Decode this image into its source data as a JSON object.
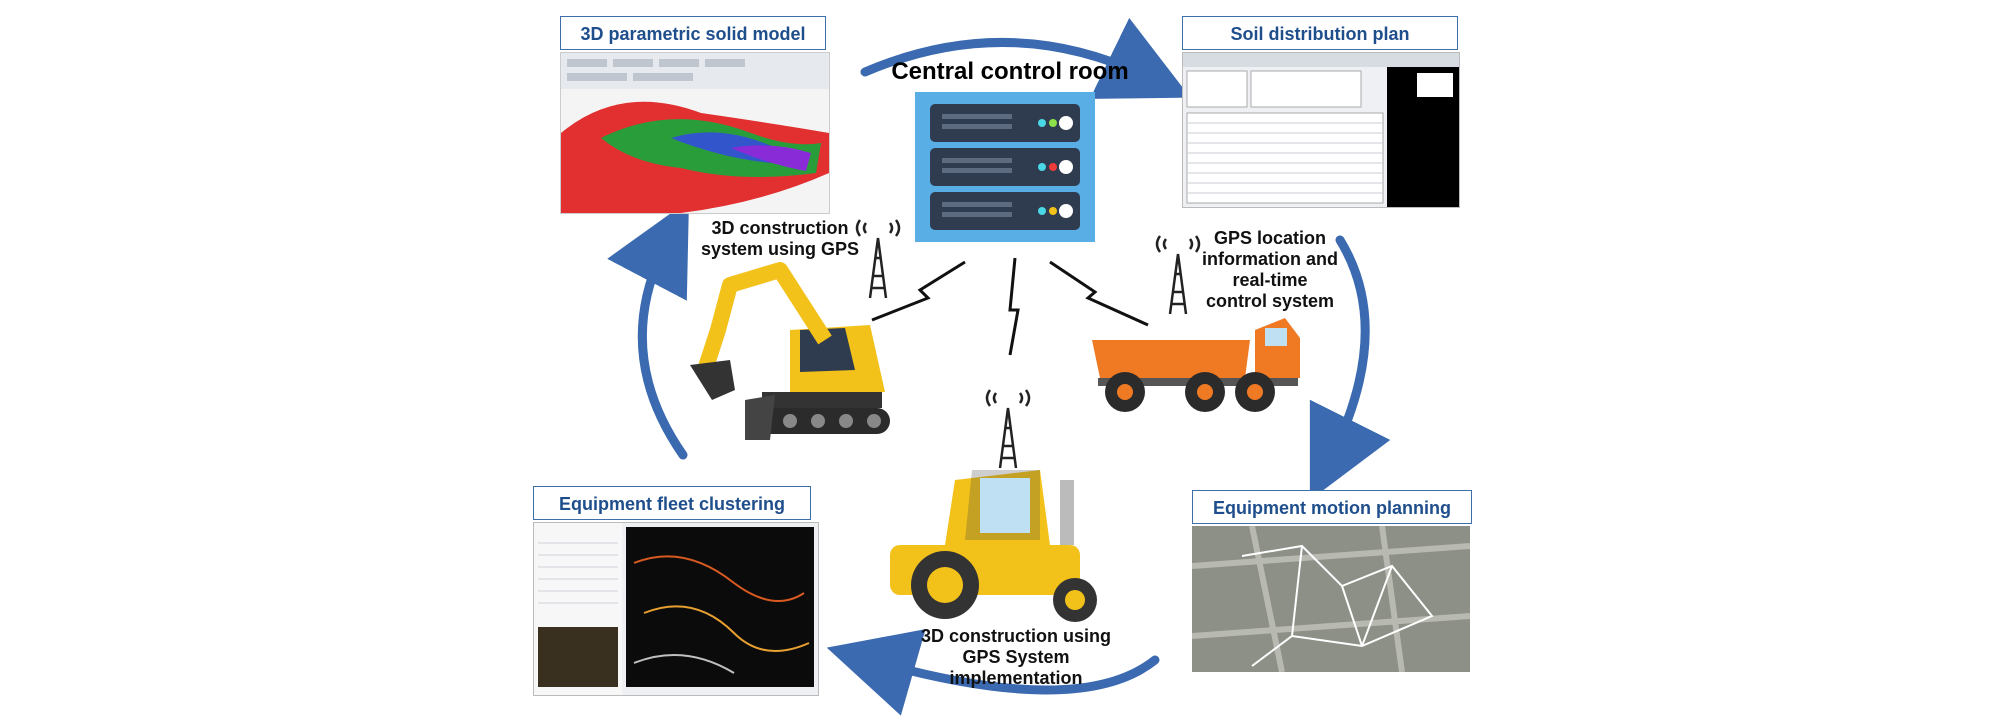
{
  "center": {
    "title": "Central control room"
  },
  "nodes": {
    "solid_model": "3D parametric solid model",
    "soil_plan": "Soil distribution  plan",
    "fleet_clustering": "Equipment fleet clustering",
    "motion_planning": "Equipment motion planning"
  },
  "labels": {
    "construction_gps": [
      "3D construction",
      "system using GPS"
    ],
    "gps_location": [
      "GPS location",
      "information and",
      "real-time",
      "control   system"
    ],
    "implementation": [
      "3D construction  using",
      "GPS System",
      "implementation"
    ]
  },
  "icons": [
    "server-icon",
    "antenna-tower-icon",
    "excavator-icon",
    "dump-truck-icon",
    "road-roller-icon",
    "lightning-signal-icon",
    "cycle-arrow-icon"
  ],
  "colors": {
    "arrow": "#3b6ab0",
    "title_border": "#3f6fa8",
    "title_text": "#1f4e8c",
    "server_bg": "#5aaee6",
    "server_unit": "#2f3b4f",
    "machine_yellow": "#f2c21b",
    "truck_orange": "#f07a24"
  }
}
